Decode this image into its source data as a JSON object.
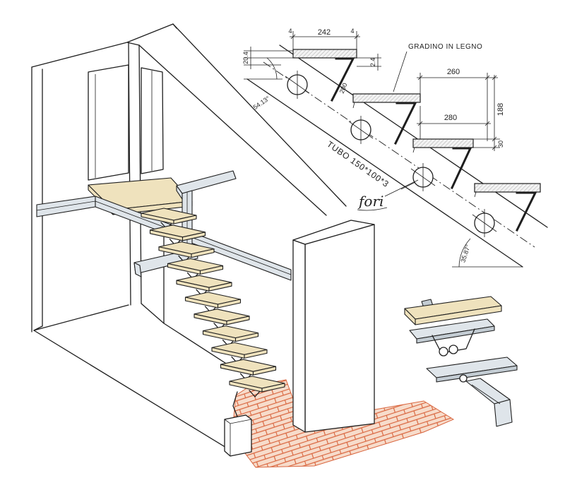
{
  "labels": {
    "dim_tread_width": "242",
    "dim_left_offset": "4",
    "dim_right_offset": "4",
    "dim_left_vertical": "20.4",
    "dim_right_vertical": "2.4",
    "dim_bracket": "200",
    "tread_material": "GRADINO IN LEGNO",
    "dim_tread_length": "260",
    "dim_going": "280",
    "dim_riser": "188",
    "dim_tread_thickness": "30",
    "angle_upper": "54.13°",
    "tube_spec": "TUBO 150*100*3",
    "holes_note": "fori",
    "angle_lower": "35.87°"
  },
  "colors": {
    "ink": "#1e1e1e",
    "wood": "#efe2bd",
    "brick": "#d9663f",
    "mortar": "#f7dccb",
    "steel": "#dfe5ea",
    "paper": "#ffffff"
  }
}
